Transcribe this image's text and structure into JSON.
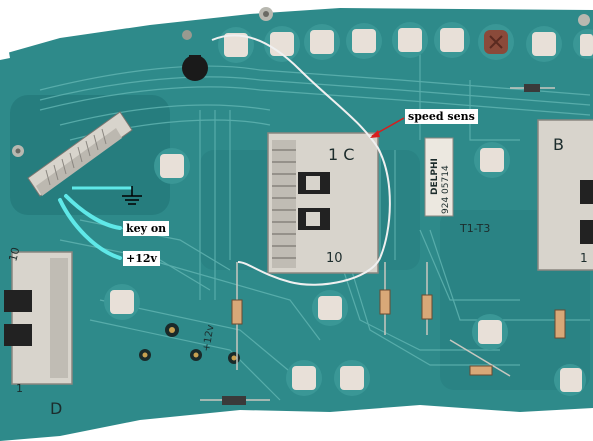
{
  "annotations": {
    "speed_sensor": "speed sens",
    "key_on": "key on",
    "plus_12v": "+12v"
  },
  "board_markings": {
    "connector_1_label": "1 C",
    "connector_1_pin_end": "10",
    "connector_2_label": "B",
    "connector_2_pin_end": "1",
    "connector_3_pin_start": "10",
    "connector_3_pin_end": "1",
    "connector_3_letter": "D",
    "chip_brand": "DELPHI",
    "chip_code": "924 05714",
    "test_points": "T1-T3",
    "supply_marking": "+12v"
  },
  "colors": {
    "pcb": "#2e8a8a",
    "pcb_dark": "#1f6f70",
    "trace": "#5fb3b0",
    "connector": "#d8d4cc",
    "bulb_socket": "#e8e0d8",
    "wire_highlight": "#5fe8e8",
    "speed_arrow": "#d81e1e"
  }
}
